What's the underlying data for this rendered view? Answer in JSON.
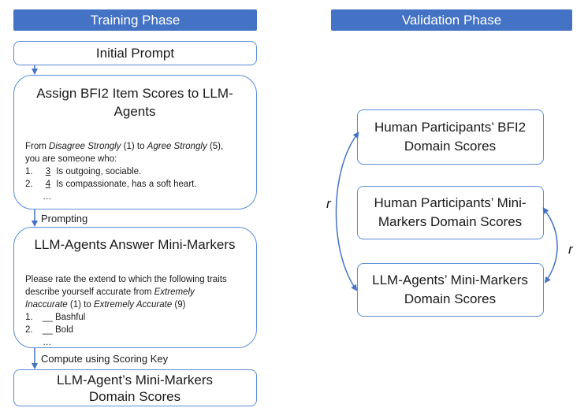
{
  "training": {
    "header": "Training Phase",
    "initial_prompt": "Initial Prompt",
    "assign_title": "Assign BFI2 Item Scores to LLM-Agents",
    "assign_intro_1": "From ",
    "assign_intro_em1": "Disagree Strongly",
    "assign_intro_2": " (1) to ",
    "assign_intro_em2": "Agree Strongly",
    "assign_intro_3": " (5),",
    "assign_intro_4": "you are someone who:",
    "bfi_items": [
      {
        "num": "1.",
        "score": "3",
        "text": "Is outgoing, sociable."
      },
      {
        "num": "2.",
        "score": "4",
        "text": "Is compassionate, has a soft heart."
      }
    ],
    "ellipsis": "…",
    "prompting_label": "Prompting",
    "answer_title": "LLM-Agents Answer Mini-Markers",
    "answer_intro_1": "Please rate the extend to which the following traits",
    "answer_intro_2": "describe yourself accurate from ",
    "answer_intro_em1": "Extremely",
    "answer_intro_em1b": "Inaccurate",
    "answer_intro_3": " (1) to ",
    "answer_intro_em2": "Extremely Accurate",
    "answer_intro_4": " (9)",
    "mm_items": [
      {
        "num": "1.",
        "blank": "__",
        "text": "Bashful"
      },
      {
        "num": "2.",
        "blank": "__",
        "text": "Bold"
      }
    ],
    "compute_label": "Compute using Scoring Key",
    "output": "LLM-Agent’s Mini-Markers Domain Scores"
  },
  "validation": {
    "header": "Validation Phase",
    "box1": "Human Participants’ BFI2 Domain Scores",
    "box2": "Human Participants’ Mini-Markers Domain Scores",
    "box3": "LLM-Agents’ Mini-Markers Domain Scores",
    "r_left": "r",
    "r_right": "r"
  },
  "colors": {
    "header_fill": "#4472c4",
    "box_border": "#5b8bd6",
    "arrow": "#4472c4"
  }
}
